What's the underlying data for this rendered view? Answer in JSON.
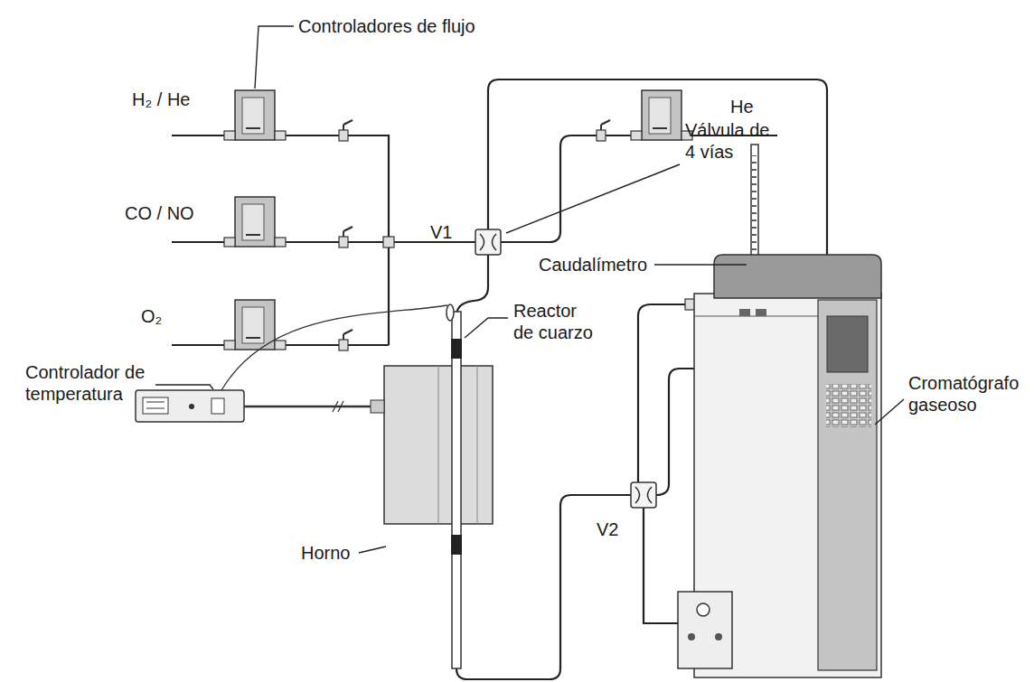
{
  "diagram": {
    "labels": [
      "Controladores de flujo",
      "H₂ / He",
      "He",
      "V1",
      "Válvula de 4 vías",
      "CO / NO",
      "Caudalímetro",
      "O₂",
      "Reactor de cuarzo",
      "Controlador de temperatura",
      "Cromatógrafo gaseoso",
      "V2",
      "Horno"
    ]
  }
}
